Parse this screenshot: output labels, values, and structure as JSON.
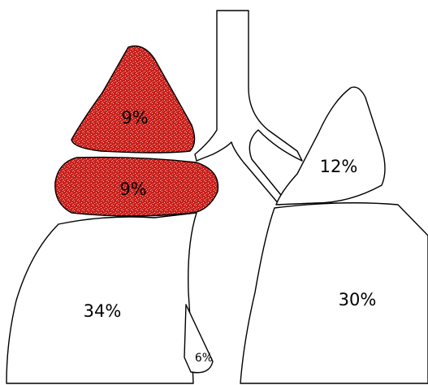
{
  "colors": {
    "highlight": "#c8201c",
    "outline": "#000000",
    "background": "#ffffff"
  },
  "lobes": [
    {
      "id": "right-upper-apical",
      "label": "9%",
      "highlighted": true
    },
    {
      "id": "right-upper-posterior",
      "label": "9%",
      "highlighted": true
    },
    {
      "id": "left-upper",
      "label": "12%",
      "highlighted": false
    },
    {
      "id": "right-lower",
      "label": "34%",
      "highlighted": false
    },
    {
      "id": "left-lower",
      "label": "30%",
      "highlighted": false
    },
    {
      "id": "right-middle",
      "label": "6%",
      "highlighted": false
    }
  ]
}
